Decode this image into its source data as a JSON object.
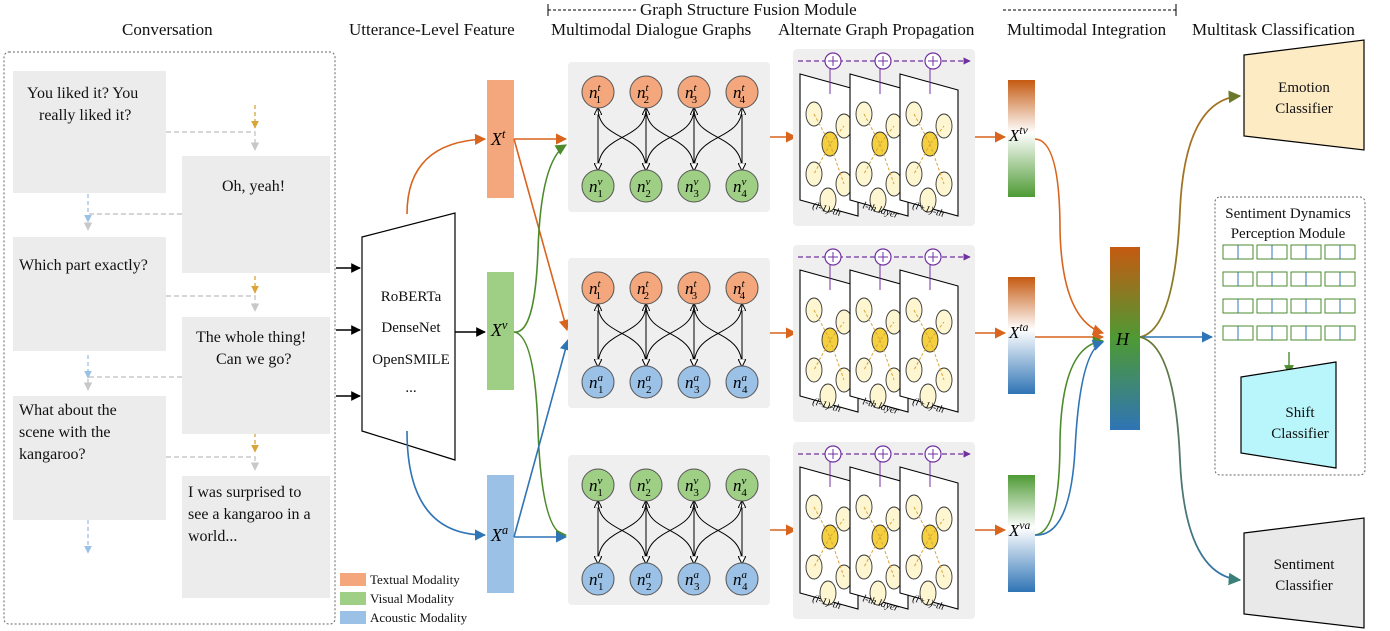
{
  "headers": {
    "conversation": "Conversation",
    "utterance_feature": "Utterance-Level Feature",
    "fusion_module": "Graph Structure Fusion Module",
    "dialogue_graphs": "Multimodal Dialogue Graphs",
    "graph_propagation": "Alternate Graph Propagation",
    "integration": "Multimodal Integration",
    "multitask": "Multitask Classification"
  },
  "conversation": [
    {
      "side": "left",
      "lines": [
        "You liked it? You",
        "really liked it?"
      ]
    },
    {
      "side": "right",
      "lines": [
        "Oh, yeah!"
      ]
    },
    {
      "side": "left",
      "lines": [
        "Which part exactly?"
      ]
    },
    {
      "side": "right",
      "lines": [
        "The whole thing!",
        "Can we go?"
      ]
    },
    {
      "side": "left",
      "lines": [
        "What about the",
        "scene with the",
        "kangaroo?"
      ]
    },
    {
      "side": "right",
      "lines": [
        "I was surprised to",
        "see a kangaroo in a",
        "world..."
      ]
    }
  ],
  "encoders": [
    "RoBERTa",
    "DenseNet",
    "OpenSMILE",
    "..."
  ],
  "features": {
    "text": {
      "base": "X",
      "sup": "t"
    },
    "visual": {
      "base": "X",
      "sup": "v"
    },
    "audio": {
      "base": "X",
      "sup": "a"
    }
  },
  "graphs": [
    {
      "top": "t",
      "bottom": "v"
    },
    {
      "top": "t",
      "bottom": "a"
    },
    {
      "top": "v",
      "bottom": "a"
    }
  ],
  "layer_labels": [
    "(l-1)-th",
    "l-th layer",
    "(l+1)-th"
  ],
  "integration": [
    {
      "base": "X",
      "sup": "tv"
    },
    {
      "base": "X",
      "sup": "ta"
    },
    {
      "base": "X",
      "sup": "va"
    }
  ],
  "fused": "H",
  "classifiers": {
    "emotion": [
      "Emotion",
      "Classifier"
    ],
    "sentiment": [
      "Sentiment",
      "Classifier"
    ],
    "shift": [
      "Shift",
      "Classifier"
    ]
  },
  "sdp_module": [
    "Sentiment Dynamics",
    "Perception Module"
  ],
  "legend": [
    {
      "label": "Textual Modality",
      "color": "#f4a67c"
    },
    {
      "label": "Visual Modality",
      "color": "#9fcf84"
    },
    {
      "label": "Acoustic Modality",
      "color": "#9cc1e6"
    }
  ],
  "colors": {
    "text_node": "#f4a67c",
    "visual_node": "#9fcf84",
    "audio_node": "#9cc1e6",
    "text_arrow": "#d8641e",
    "visual_arrow": "#4b8b2c",
    "audio_arrow": "#2f74b5",
    "sdp_purple": "#7030a0",
    "emotion_box": "#fdebc4",
    "shift_box": "#b9f6fb",
    "sentiment_box": "#e9e9e9",
    "wave": "#3ec1e0"
  }
}
